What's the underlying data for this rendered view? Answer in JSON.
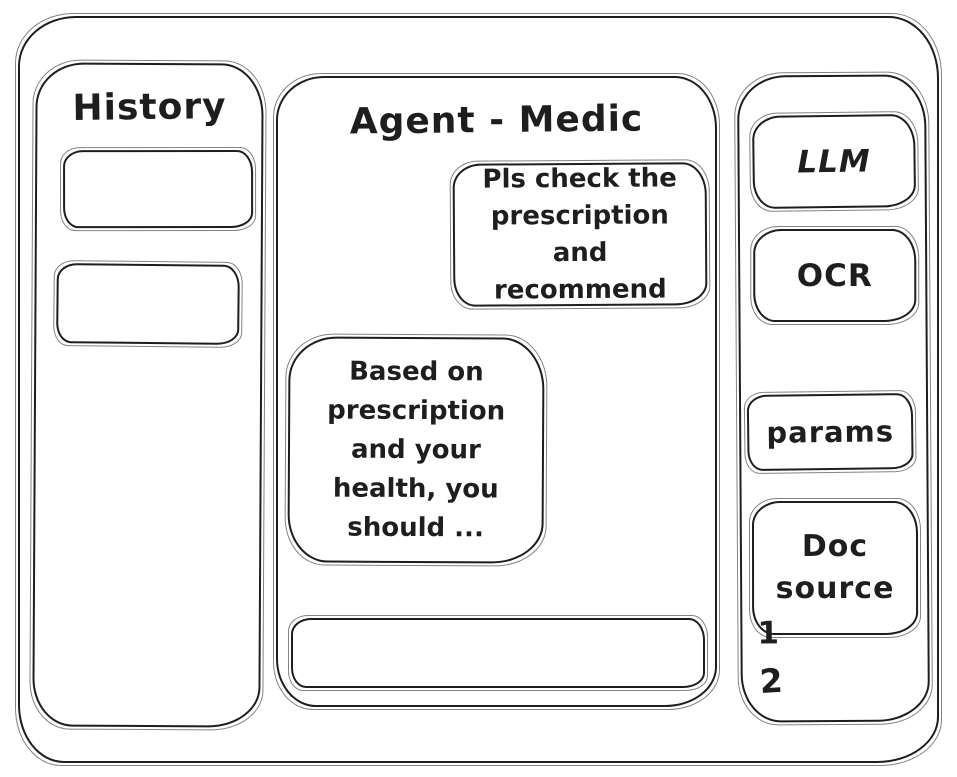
{
  "colors": {
    "ink": "#1e1e1e",
    "paper": "#ffffff"
  },
  "window": {
    "title": "Agent - Medic"
  },
  "history_panel": {
    "title": "History",
    "items": [
      {
        "label": ""
      },
      {
        "label": ""
      }
    ]
  },
  "chat_panel": {
    "title": "Agent - Medic",
    "messages": [
      {
        "role": "user",
        "text": "Pls check the\nprescription\nand recommend"
      },
      {
        "role": "assistant",
        "text": "Based on\nprescription\nand your\nhealth, you\nshould ..."
      }
    ],
    "input": {
      "value": "",
      "placeholder": ""
    }
  },
  "tools_panel": {
    "buttons": [
      {
        "label": "LLM"
      },
      {
        "label": "OCR"
      },
      {
        "label": "params"
      },
      {
        "label": "Doc\nsource"
      }
    ],
    "doc_list": [
      {
        "label": "1"
      },
      {
        "label": "2"
      }
    ]
  }
}
